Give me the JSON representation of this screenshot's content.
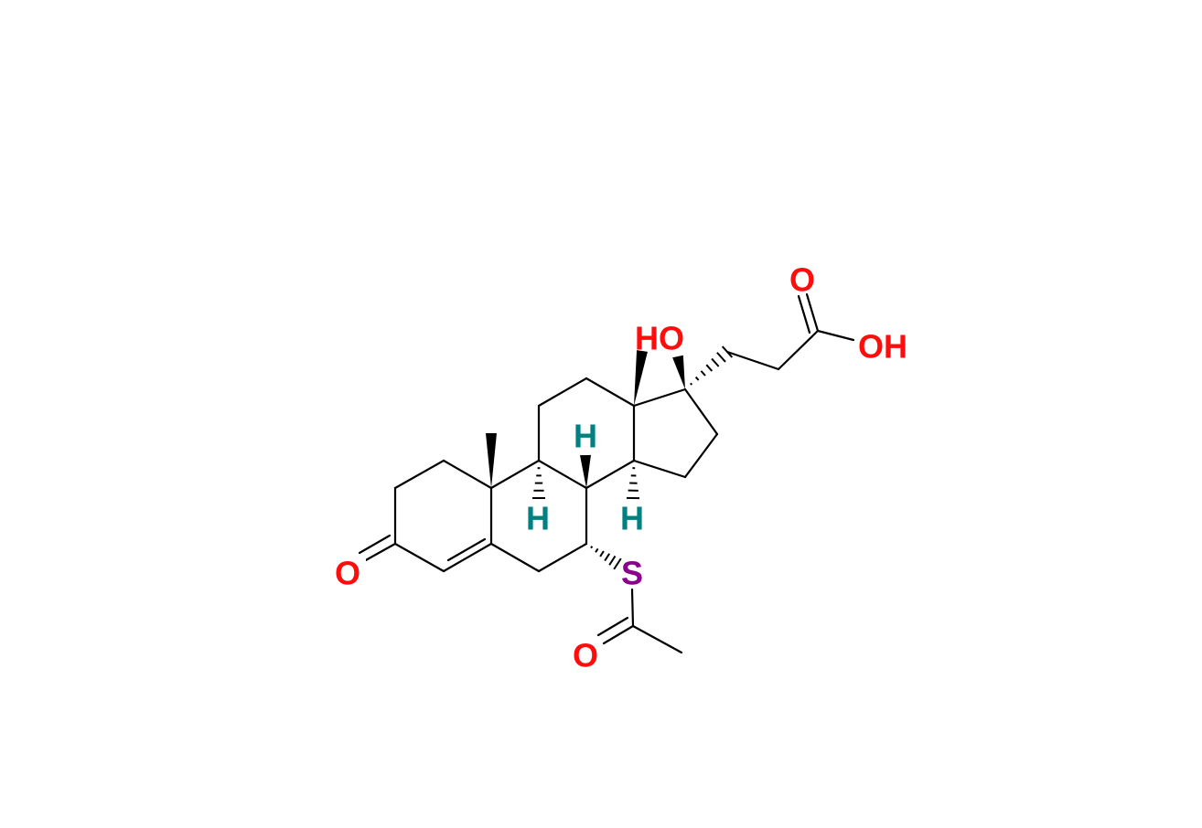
{
  "molecule": {
    "atom_labels": {
      "ketone_o": "O",
      "hydroxyl": "HO",
      "acid_carbonyl_o": "O",
      "acid_oh": "OH",
      "h_c8": "H",
      "h_c9": "H",
      "h_c14": "H",
      "sulfur": "S",
      "thioester_o": "O"
    },
    "colors": {
      "oxygen": "#ff0d0d",
      "hydrogen": "#008080",
      "sulfur": "#8b008b",
      "bond": "#000000"
    }
  }
}
